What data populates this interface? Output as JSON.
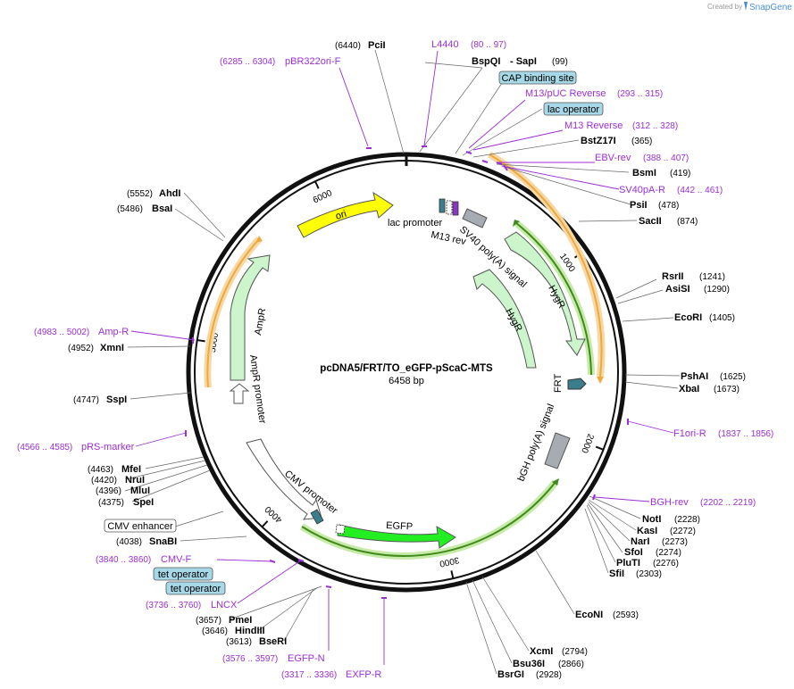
{
  "brand": {
    "created_by": "Created by",
    "product": "SnapGene"
  },
  "plasmid": {
    "name": "pcDNA5/FRT/TO_eGFP-pScaC-MTS",
    "length": "6458 bp",
    "total_bp": 6458
  },
  "ticks": [
    {
      "label": "1000",
      "bp": 1000
    },
    {
      "label": "2000",
      "bp": 2000
    },
    {
      "label": "3000",
      "bp": 3000
    },
    {
      "label": "4000",
      "bp": 4000
    },
    {
      "label": "5000",
      "bp": 5000
    },
    {
      "label": "6000",
      "bp": 6000
    }
  ],
  "sites": [
    {
      "name": "PciI",
      "pos": "(6440)"
    },
    {
      "name": "BspQI",
      "pos": ""
    },
    {
      "name": "- SapI",
      "pos": "(99)"
    },
    {
      "name": "BstZ17I",
      "pos": "(365)"
    },
    {
      "name": "BsmI",
      "pos": "(419)"
    },
    {
      "name": "PsiI",
      "pos": "(478)"
    },
    {
      "name": "SacII",
      "pos": "(874)"
    },
    {
      "name": "RsrII",
      "pos": "(1241)"
    },
    {
      "name": "AsiSI",
      "pos": "(1290)"
    },
    {
      "name": "EcoRI",
      "pos": "(1405)"
    },
    {
      "name": "PshAI",
      "pos": "(1625)"
    },
    {
      "name": "XbaI",
      "pos": "(1673)"
    },
    {
      "name": "NotI",
      "pos": "(2228)"
    },
    {
      "name": "KasI",
      "pos": "(2272)"
    },
    {
      "name": "NarI",
      "pos": "(2273)"
    },
    {
      "name": "SfoI",
      "pos": "(2274)"
    },
    {
      "name": "PluTI",
      "pos": "(2276)"
    },
    {
      "name": "SfiI",
      "pos": "(2303)"
    },
    {
      "name": "EcoNI",
      "pos": "(2593)"
    },
    {
      "name": "XcmI",
      "pos": "(2794)"
    },
    {
      "name": "Bsu36I",
      "pos": "(2866)"
    },
    {
      "name": "BsrGI",
      "pos": "(2928)"
    },
    {
      "name": "BseRI",
      "pos": "(3613)"
    },
    {
      "name": "HindIII",
      "pos": "(3646)"
    },
    {
      "name": "PmeI",
      "pos": "(3657)"
    },
    {
      "name": "SnaBI",
      "pos": "(4038)"
    },
    {
      "name": "SpeI",
      "pos": "(4375)"
    },
    {
      "name": "MluI",
      "pos": "(4396)"
    },
    {
      "name": "NruI",
      "pos": "(4420)"
    },
    {
      "name": "MfeI",
      "pos": "(4463)"
    },
    {
      "name": "SspI",
      "pos": "(4747)"
    },
    {
      "name": "XmnI",
      "pos": "(4952)"
    },
    {
      "name": "BsaI",
      "pos": "(5486)"
    },
    {
      "name": "AhdI",
      "pos": "(5552)"
    }
  ],
  "primers": [
    {
      "name": "L4440",
      "range": "(80 .. 97)"
    },
    {
      "name": "M13/pUC Reverse",
      "range": "(293 .. 315)"
    },
    {
      "name": "M13 Reverse",
      "range": "(312 .. 328)"
    },
    {
      "name": "EBV-rev",
      "range": "(388 .. 407)"
    },
    {
      "name": "SV40pA-R",
      "range": "(442 .. 461)"
    },
    {
      "name": "F1ori-R",
      "range": "(1837 .. 1856)"
    },
    {
      "name": "BGH-rev",
      "range": "(2202 .. 2219)"
    },
    {
      "name": "EGFP-N",
      "range": "(3576 .. 3597)"
    },
    {
      "name": "EXFP-R",
      "range": "(3317 .. 3336)"
    },
    {
      "name": "LNCX",
      "range": "(3736 .. 3760)"
    },
    {
      "name": "CMV-F",
      "range": "(3840 .. 3860)"
    },
    {
      "name": "pRS-marker",
      "range": "(4566 .. 4585)"
    },
    {
      "name": "Amp-R",
      "range": "(4983 .. 5002)"
    },
    {
      "name": "pBR322ori-F",
      "range": "(6285 .. 6304)"
    }
  ],
  "boxed_features": [
    {
      "name": "CAP binding site"
    },
    {
      "name": "lac operator"
    },
    {
      "name": "CMV enhancer"
    },
    {
      "name": "tet operator"
    },
    {
      "name": "tet operator "
    }
  ],
  "map_features": [
    {
      "name": "ori"
    },
    {
      "name": "lac promoter"
    },
    {
      "name": "M13 rev"
    },
    {
      "name": "SV40 poly(A) signal"
    },
    {
      "name": "HygR"
    },
    {
      "name": "HygR "
    },
    {
      "name": "FRT"
    },
    {
      "name": "bGH poly(A) signal"
    },
    {
      "name": "EGFP"
    },
    {
      "name": "CMV promoter"
    },
    {
      "name": "AmpR"
    },
    {
      "name": "AmpR promoter"
    }
  ],
  "colors": {
    "ori": "#ffff00",
    "hygr": "#ccf5cc",
    "ampr": "#ccf5cc",
    "egfp": "#22ee22",
    "polyA": "#a7acb3",
    "frt": "#3a7d8c",
    "primer": "#9b2fd6",
    "box_fill": "#a6d8e7",
    "orf_yellow": "#f0a83a",
    "orf_green": "#4caf20"
  }
}
